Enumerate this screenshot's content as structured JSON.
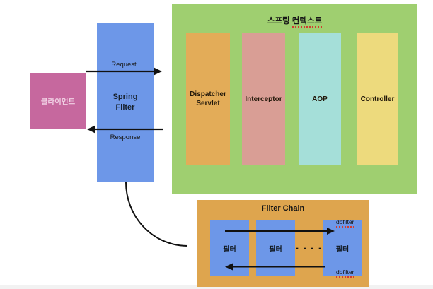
{
  "diagram": {
    "client": {
      "label": "클라이언트"
    },
    "spring_filter": {
      "label": "Spring\nFilter"
    },
    "request": {
      "label": "Request"
    },
    "response": {
      "label": "Response"
    },
    "spring_context": {
      "title_prefix": "스프링 ",
      "title_underlined": "컨텍스트",
      "boxes": [
        {
          "label": "Dispatcher Servlet",
          "color": "#E3AC58"
        },
        {
          "label": "Interceptor",
          "color": "#D99E95"
        },
        {
          "label": "AOP",
          "color": "#A5DFD9"
        },
        {
          "label": "Controller",
          "color": "#EDDA7D"
        }
      ]
    },
    "filter_chain": {
      "title": "Filter Chain",
      "filters": [
        {
          "label": "필터"
        },
        {
          "label": "필터"
        },
        {
          "label": "필터"
        }
      ],
      "ellipsis": "- - - -",
      "dofilter_top": "dofilter",
      "dofilter_bottom": "dofilter"
    },
    "colors": {
      "context_bg": "#9FCF70",
      "filter_chain_bg": "#DEA54E",
      "client_bg": "#C6689E",
      "client_text": "#F0CFE3",
      "blue_box_bg": "#6D97E8",
      "arrow": "#111111",
      "spellcheck_underline": "#D23B2F",
      "bottom_strip": "#F2F2F2"
    }
  }
}
